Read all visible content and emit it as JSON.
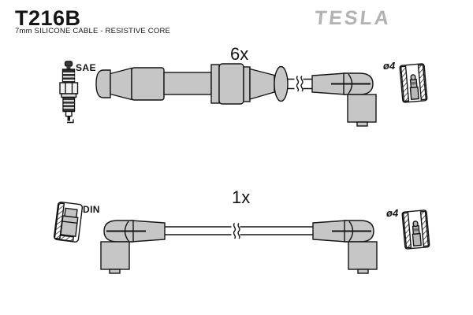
{
  "header": {
    "part_number": "T216B",
    "subtitle": "7mm SILICONE CABLE - RESISTIVE CORE",
    "brand": "TESLA"
  },
  "top_cable": {
    "quantity": "6x",
    "plug_end_standard": "SAE",
    "terminal_diameter": "ø4"
  },
  "bottom_cable": {
    "quantity": "1x",
    "plug_end_standard": "DIN",
    "terminal_diameter": "ø4"
  },
  "icons": {
    "spark_plug": "spark-plug-icon",
    "straight_boot_cable": "cable-6x-drawing",
    "elbow_boot_cable": "cable-1x-drawing",
    "terminal_cross_section": "socket-cross-section-icon"
  },
  "colors": {
    "part_gray": "#c6c6c6",
    "terminal_gray": "#b9b9b9",
    "outline": "#141414",
    "brand_gray": "#b2b2b2"
  }
}
